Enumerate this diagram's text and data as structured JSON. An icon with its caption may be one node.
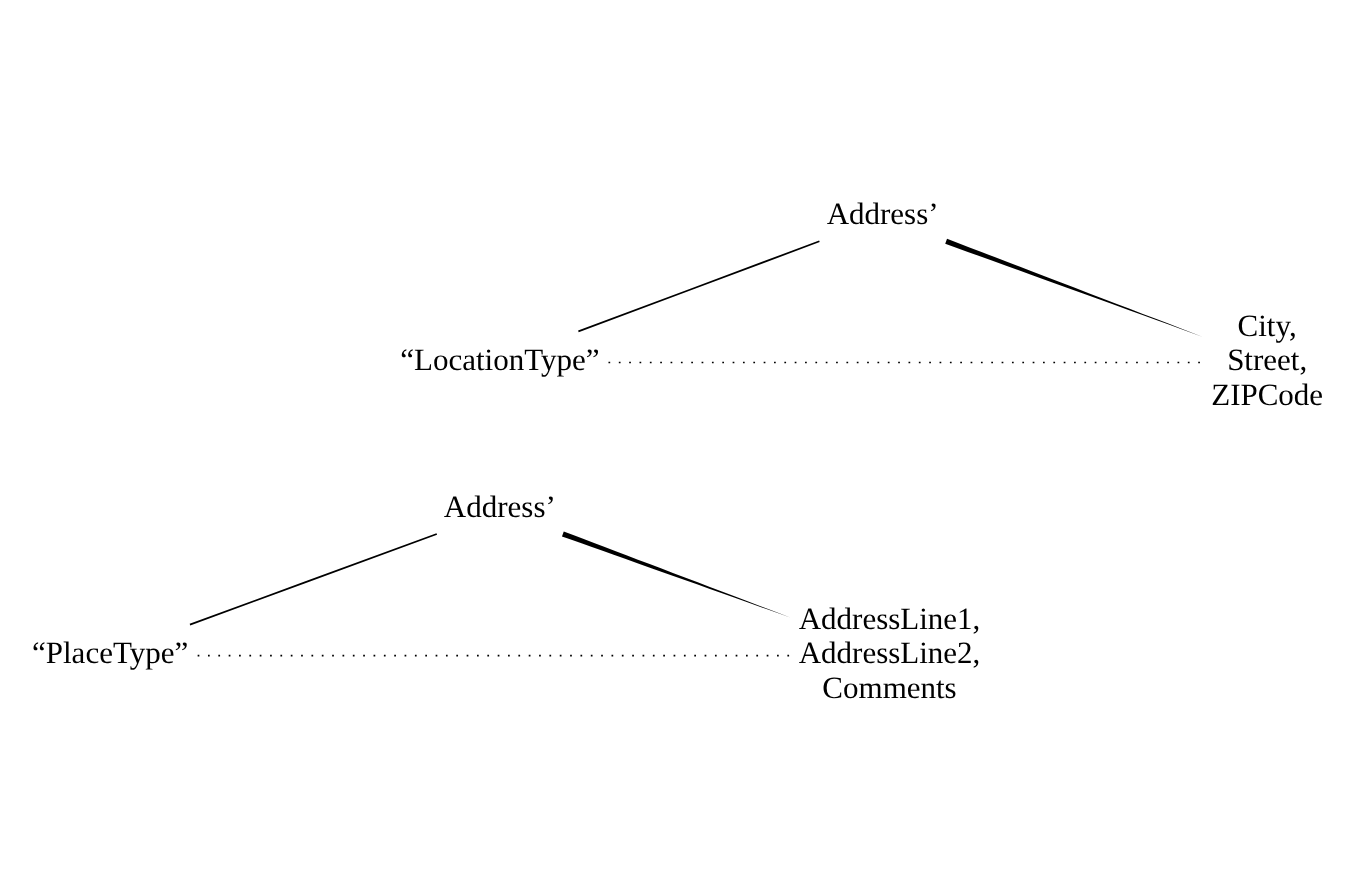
{
  "diagram": {
    "nodes": [
      {
        "text": [
          "Address’"
        ]
      },
      {
        "text": [
          "“LocationType”"
        ]
      },
      {
        "text": [
          "City, Street, ZIPCode"
        ]
      },
      {
        "text": [
          "Address’"
        ]
      },
      {
        "text": [
          "“PlaceType”"
        ]
      },
      {
        "text": [
          "AddressLine1, AddressLine2, Comments"
        ]
      }
    ],
    "edges": [
      {
        "from": 0,
        "to": 1,
        "arrow": "none"
      },
      {
        "from": 0,
        "to": 2,
        "arrow": "none",
        "style": "thick"
      },
      {
        "from": 1,
        "to": 2,
        "arrow": "none",
        "style": "dashed"
      },
      {
        "from": 3,
        "to": 4,
        "arrow": "none"
      },
      {
        "from": 3,
        "to": 5,
        "arrow": "none",
        "style": "thick"
      },
      {
        "from": 4,
        "to": 5,
        "arrow": "none",
        "style": "dashed"
      }
    ]
  }
}
